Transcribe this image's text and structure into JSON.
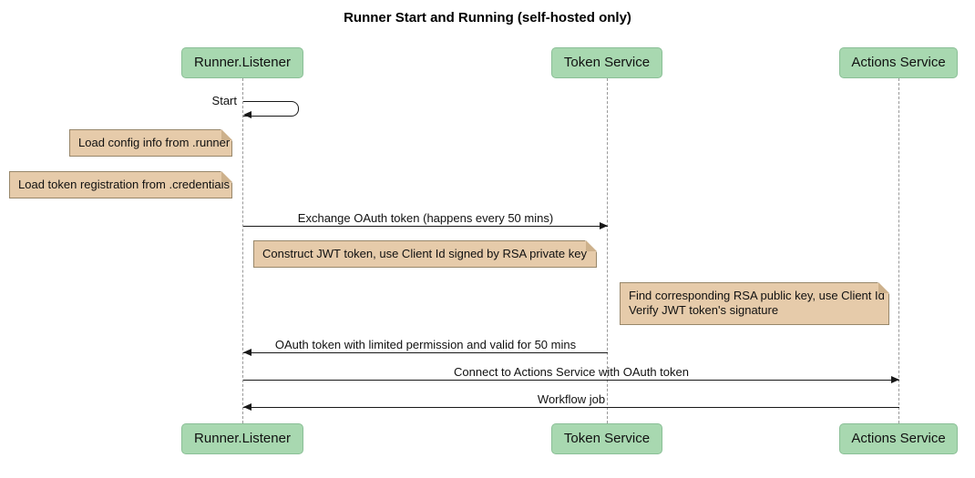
{
  "title": "Runner Start and Running (self-hosted only)",
  "participants": [
    {
      "name": "Runner.Listener"
    },
    {
      "name": "Token Service"
    },
    {
      "name": "Actions Service"
    }
  ],
  "self_message": {
    "label": "Start",
    "on": "Runner.Listener"
  },
  "notes": [
    {
      "text": "Load config info from .runner",
      "anchor": "Runner.Listener"
    },
    {
      "text": "Load token registration from .credentials",
      "anchor": "Runner.Listener"
    },
    {
      "text": "Construct JWT token, use Client Id signed by RSA private key",
      "anchor": "Runner.Listener"
    },
    {
      "line1": "Find corresponding RSA public key, use Client Id",
      "line2": "Verify JWT token's signature",
      "anchor": "Token Service"
    }
  ],
  "messages": [
    {
      "label": "Exchange OAuth token (happens every 50 mins)",
      "from": "Runner.Listener",
      "to": "Token Service"
    },
    {
      "label": "OAuth token with limited permission and valid for 50 mins",
      "from": "Token Service",
      "to": "Runner.Listener"
    },
    {
      "label": "Connect to Actions Service with OAuth token",
      "from": "Runner.Listener",
      "to": "Actions Service"
    },
    {
      "label": "Workflow job",
      "from": "Actions Service",
      "to": "Runner.Listener"
    }
  ],
  "colors": {
    "participant_fill": "#a8d8b0",
    "participant_border": "#8abf96",
    "note_fill": "#e6cbaa",
    "note_border": "#98876a",
    "note_fold": "#cdb18c",
    "lifeline_color": "#999999",
    "arrow_color": "#181818"
  }
}
